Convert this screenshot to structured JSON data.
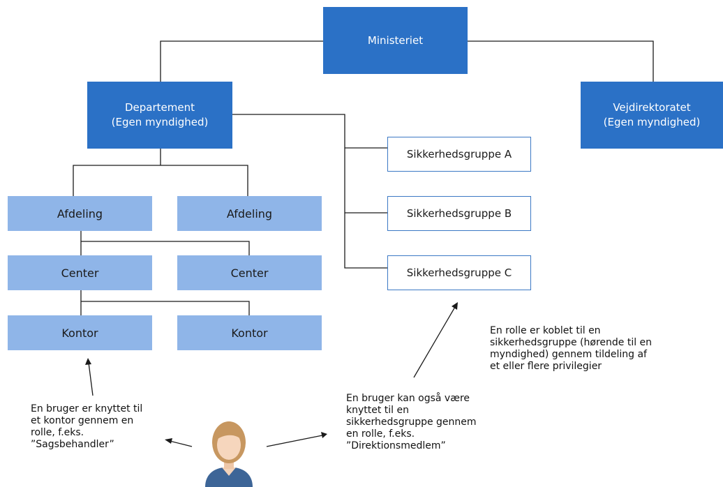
{
  "org": {
    "ministry": "Ministeriet",
    "department": {
      "line1": "Departement",
      "line2": "(Egen myndighed)"
    },
    "road_directorate": {
      "line1": "Vejdirektoratet",
      "line2": "(Egen myndighed)"
    },
    "units": {
      "afdeling_1": "Afdeling",
      "afdeling_2": "Afdeling",
      "center_1": "Center",
      "center_2": "Center",
      "kontor_1": "Kontor",
      "kontor_2": "Kontor"
    },
    "security_groups": [
      "Sikkerhedsgruppe A",
      "Sikkerhedsgruppe B",
      "Sikkerhedsgruppe C"
    ]
  },
  "notes": {
    "office_role": [
      "En bruger er knyttet til",
      "et kontor gennem en",
      "rolle, f.eks.",
      "”Sagsbehandler”"
    ],
    "group_role": [
      "En bruger kan også være",
      "knyttet til en",
      "sikkerhedsgruppe gennem",
      "en rolle, f.eks.",
      "”Direktionsmedlem”"
    ],
    "privileges": [
      "En rolle er koblet til en",
      "sikkerhedsgruppe (hørende til en",
      "myndighed) gennem tildeling af",
      "et eller flere privilegier"
    ]
  },
  "colors": {
    "dark_box": "#2b71c6",
    "light_box": "#8fb5e8",
    "outline": "#3b78c4",
    "connector": "#1a1a1a"
  },
  "icons": {
    "user": "user-avatar-icon"
  }
}
